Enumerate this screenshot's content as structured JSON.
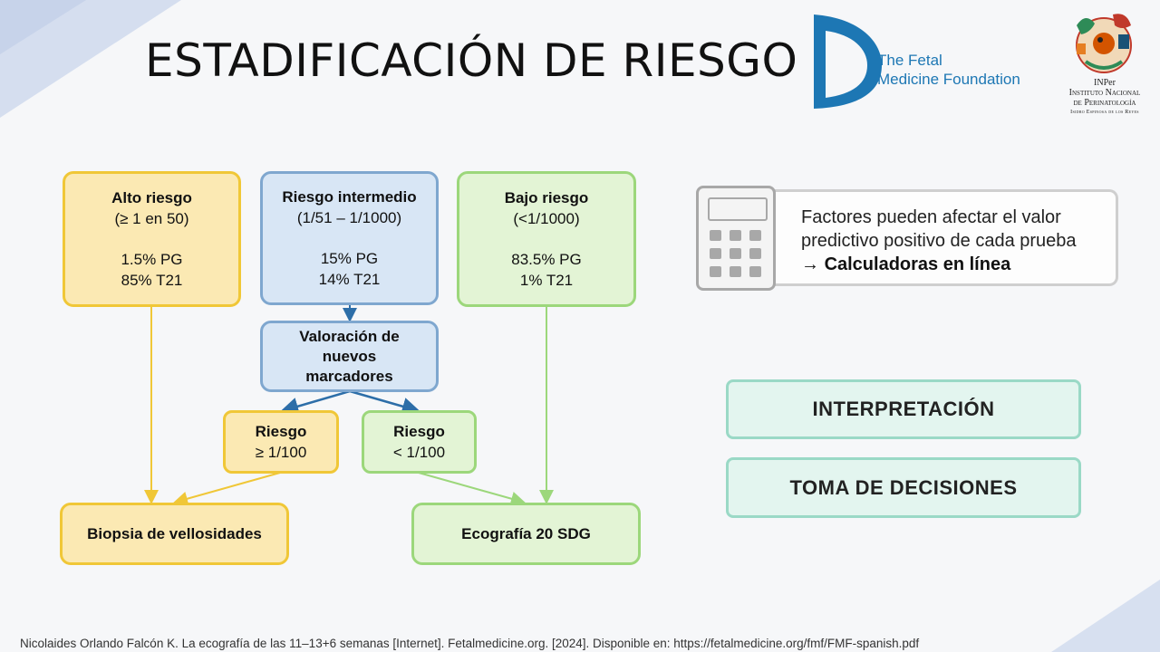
{
  "title": "ESTADIFICACIÓN DE RIESGO",
  "logos": {
    "fmf": {
      "line1": "The Fetal",
      "line2": "Medicine Foundation"
    },
    "inper": {
      "line1": "INPer",
      "line2": "Instituto Nacional",
      "line3": "de Perinatología",
      "line4": "Isidro Espinosa de los Reyes"
    }
  },
  "risk_boxes": {
    "high": {
      "title": "Alto riesgo",
      "range": "(≥ 1 en 50)",
      "pg": "1.5% PG",
      "t21": "85% T21"
    },
    "intermediate": {
      "title": "Riesgo intermedio",
      "range": "(1/51 – 1/1000)",
      "pg": "15% PG",
      "t21": "14% T21"
    },
    "low": {
      "title": "Bajo riesgo",
      "range": "(<1/1000)",
      "pg": "83.5% PG",
      "t21": "1% T21"
    }
  },
  "markers": {
    "line1": "Valoración de",
    "line2": "nuevos",
    "line3": "marcadores"
  },
  "sub_risk": {
    "high": {
      "line1": "Riesgo",
      "line2": "≥ 1/100"
    },
    "low": {
      "line1": "Riesgo",
      "line2": "< 1/100"
    }
  },
  "outcomes": {
    "biopsy": "Biopsia de vellosidades",
    "ultrasound": "Ecografía 20 SDG"
  },
  "factors": {
    "line1": "Factores pueden afectar el valor",
    "line2": "predictivo positivo de cada prueba",
    "arrow": "→",
    "link": "Calculadoras en línea"
  },
  "pills": {
    "interpretation": "INTERPRETACIÓN",
    "decisions": "TOMA DE DECISIONES"
  },
  "footer": "Nicolaides Orlando Falcón K. La ecografía de las 11–13+6 semanas [Internet]. Fetalmedicine.org. [2024]. Disponible en: https://fetalmedicine.org/fmf/FMF-spanish.pdf",
  "colors": {
    "yellow_fill": "#fbe9b3",
    "yellow_border": "#f0c737",
    "blue_fill": "#d8e6f5",
    "blue_border": "#7fa7cf",
    "green_fill": "#e3f4d5",
    "green_border": "#9cd77b",
    "teal_fill": "#e3f5ef",
    "teal_border": "#9ad9c6",
    "arrow_blue": "#2d6ea8",
    "fmf_blue": "#1d77b4"
  },
  "icons": {
    "calculator": "calculator-icon"
  }
}
